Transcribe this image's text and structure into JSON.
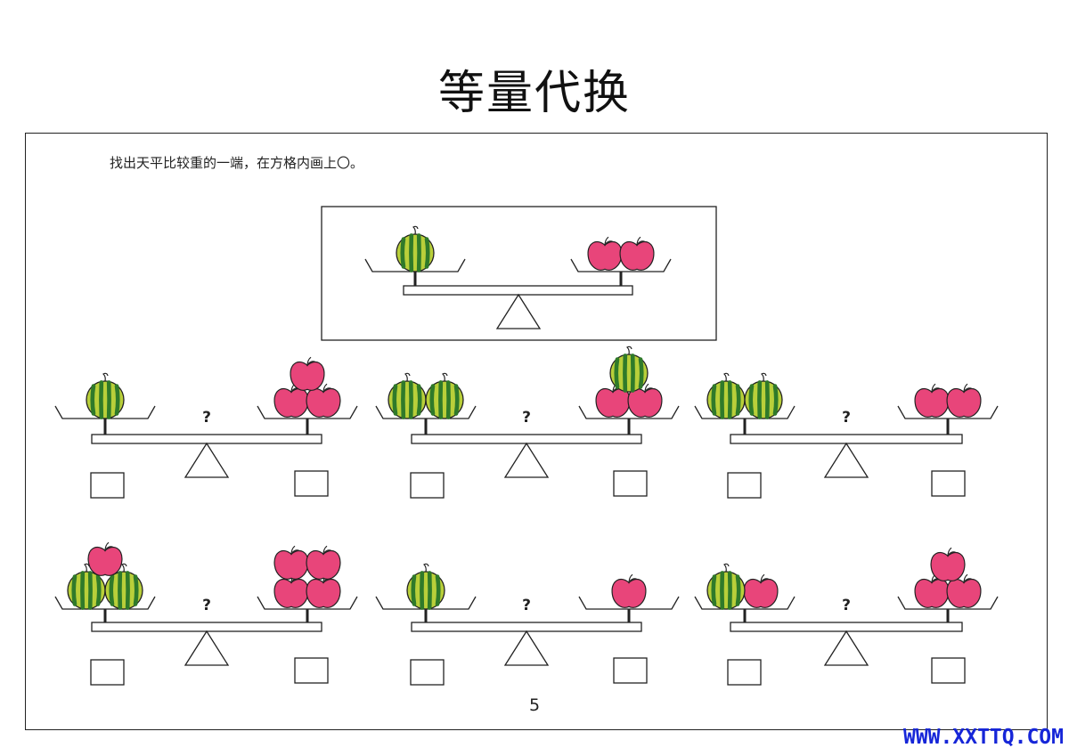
{
  "page": {
    "title": "等量代换",
    "instruction": "找出天平比较重的一端，在方格内画上〇。",
    "page_number": "5",
    "watermark": "WWW.XXTTQ.COM"
  },
  "colors": {
    "watermelon": "#b9cf3a",
    "watermelon_stripe": "#2f7a2a",
    "apple": "#e8457a",
    "text": "#222222",
    "watermark": "#1626d8"
  },
  "example": {
    "left": [
      "watermelon"
    ],
    "right": [
      "apple",
      "apple"
    ]
  },
  "problems": [
    {
      "left": [
        "watermelon"
      ],
      "right": [
        "apple",
        "apple",
        "apple"
      ],
      "question": "?"
    },
    {
      "left": [
        "watermelon",
        "watermelon"
      ],
      "right": [
        "apple",
        "apple",
        "watermelon"
      ],
      "question": "?"
    },
    {
      "left": [
        "watermelon",
        "watermelon"
      ],
      "right": [
        "apple",
        "apple"
      ],
      "question": "?"
    },
    {
      "left": [
        "watermelon",
        "watermelon",
        "apple"
      ],
      "right": [
        "apple",
        "apple",
        "apple",
        "apple"
      ],
      "question": "?"
    },
    {
      "left": [
        "watermelon"
      ],
      "right": [
        "apple"
      ],
      "question": "?"
    },
    {
      "left": [
        "watermelon",
        "apple"
      ],
      "right": [
        "apple",
        "apple",
        "apple"
      ],
      "question": "?"
    }
  ]
}
